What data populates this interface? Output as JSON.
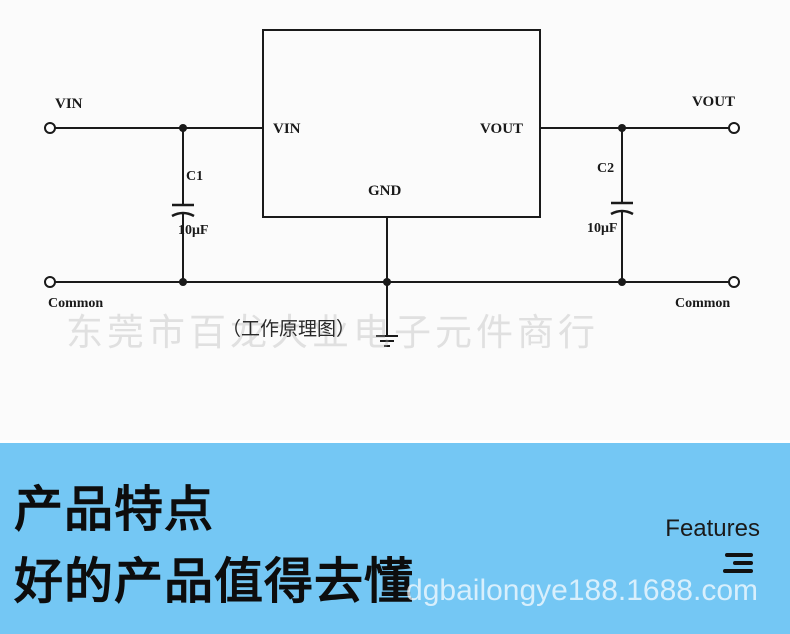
{
  "diagram": {
    "labels": {
      "vin_input": "VIN",
      "vin_pin": "VIN",
      "vout_pin": "VOUT",
      "vout_output": "VOUT",
      "gnd_pin": "GND",
      "c1_name": "C1",
      "c1_value": "10μF",
      "c2_name": "C2",
      "c2_value": "10μF",
      "common_left": "Common",
      "common_right": "Common"
    },
    "caption": "（工作原理图）",
    "watermark": "东莞市百龙大业电子元件商行"
  },
  "banner": {
    "title_line1": "产品特点",
    "title_line2": "好的产品值得去懂",
    "features_label": "Features",
    "watermark": "dgbailongye188.1688.com"
  },
  "colors": {
    "banner_bg": "#74c7f4",
    "line": "#1a1a1a"
  }
}
